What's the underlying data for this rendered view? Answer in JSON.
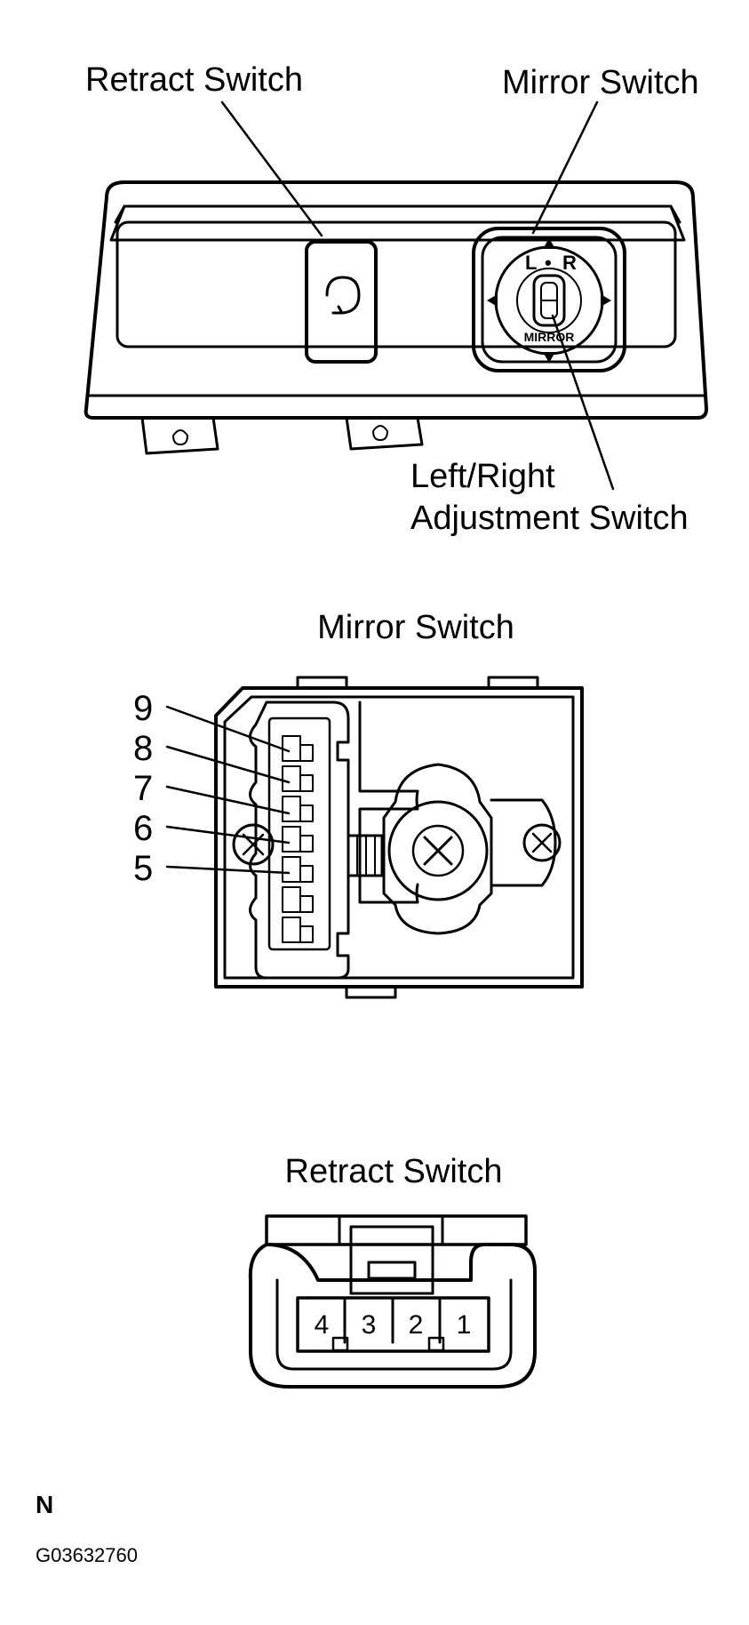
{
  "top_view": {
    "callout_retract": "Retract Switch",
    "callout_mirror": "Mirror Switch",
    "callout_adjust_line1": "Left/Right",
    "callout_adjust_line2": "Adjustment Switch",
    "knob_left_letter": "L",
    "knob_dot": "•",
    "knob_right_letter": "R",
    "knob_label": "MIRROR"
  },
  "mirror_switch_connector": {
    "title": "Mirror Switch",
    "pins": [
      "9",
      "8",
      "7",
      "6",
      "5"
    ]
  },
  "retract_switch_connector": {
    "title": "Retract Switch",
    "pins": [
      "4",
      "3",
      "2",
      "1"
    ]
  },
  "footer": {
    "letter": "N",
    "code": "G03632760"
  }
}
